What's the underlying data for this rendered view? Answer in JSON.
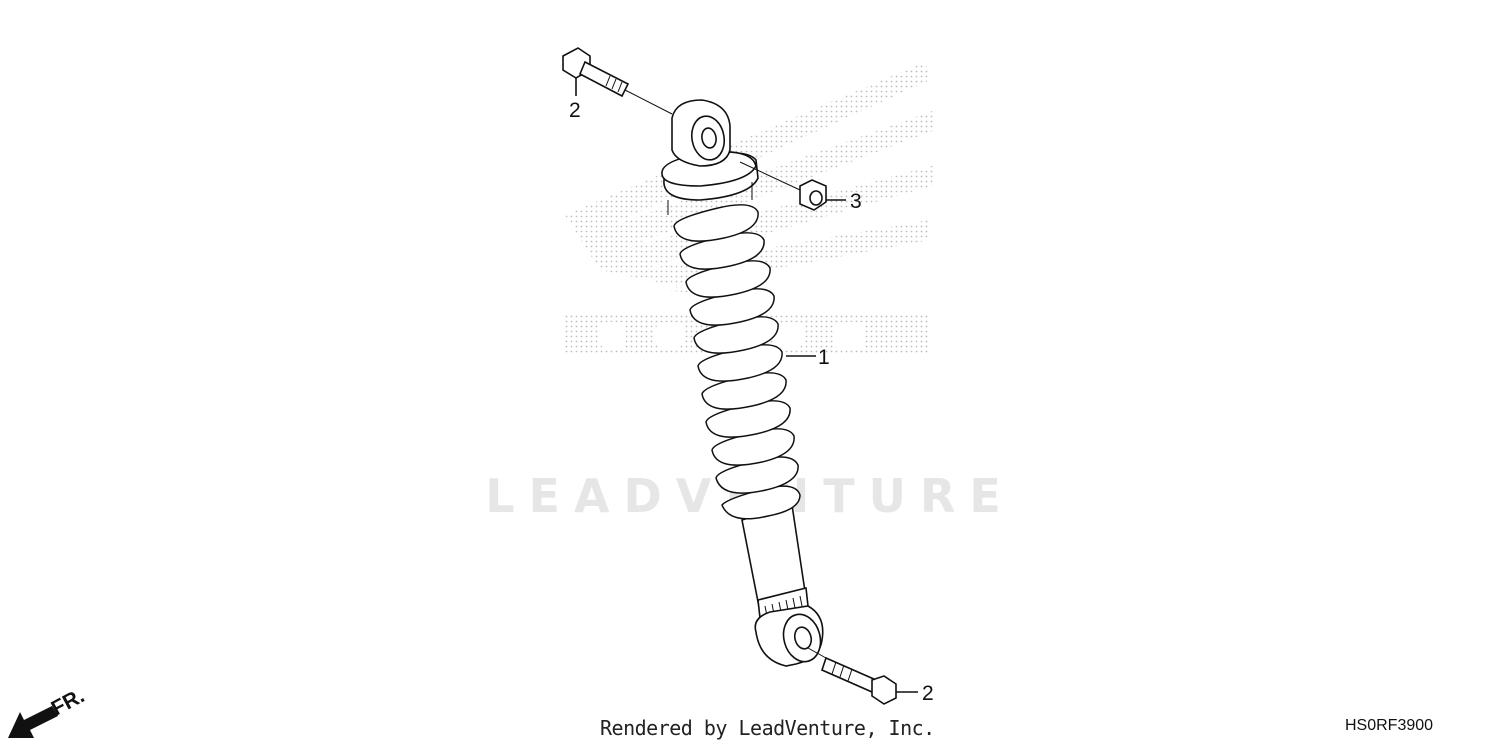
{
  "watermark": {
    "text": "LEADVENTURE"
  },
  "background_logo": {
    "name": "honda-wing-logo",
    "text": "HONDA"
  },
  "callouts": [
    {
      "id": "bolt-top",
      "label": "2"
    },
    {
      "id": "nut",
      "label": "3"
    },
    {
      "id": "shock-absorber",
      "label": "1"
    },
    {
      "id": "bolt-bottom",
      "label": "2"
    }
  ],
  "direction_indicator": {
    "text": "FR.",
    "icon": "arrow-down-left-icon"
  },
  "footer": {
    "credit": "Rendered by LeadVenture, Inc.",
    "diagram_code": "HS0RF3900"
  }
}
